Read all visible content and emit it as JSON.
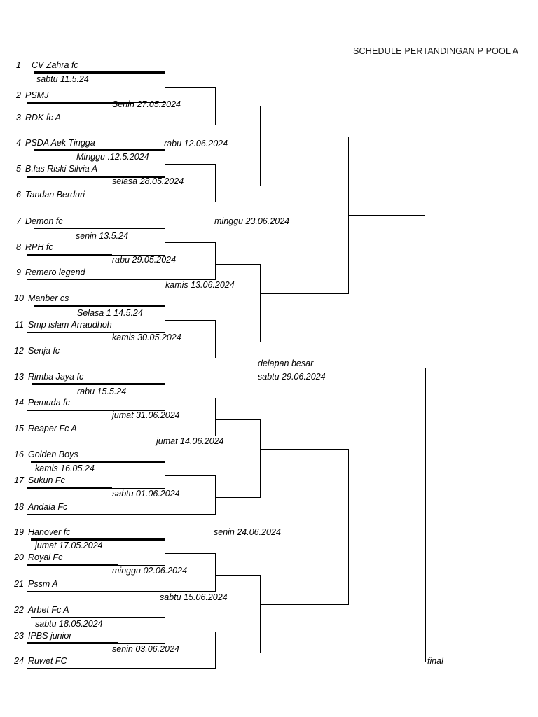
{
  "header": {
    "title": "SCHEDULE PERTANDINGAN P POOL A"
  },
  "teams": [
    {
      "seed": "1",
      "name": "CV Zahra fc"
    },
    {
      "seed": "2",
      "name": "PSMJ"
    },
    {
      "seed": "3",
      "name": "RDK fc A"
    },
    {
      "seed": "4",
      "name": "PSDA Aek Tingga"
    },
    {
      "seed": "5",
      "name": "B.las Riski   Silvia A"
    },
    {
      "seed": "6",
      "name": "Tandan Berduri"
    },
    {
      "seed": "7",
      "name": "Demon fc"
    },
    {
      "seed": "8",
      "name": "RPH fc"
    },
    {
      "seed": "9",
      "name": "Remero legend"
    },
    {
      "seed": "10",
      "name": "Manber cs"
    },
    {
      "seed": "11",
      "name": "Smp islam Arraudhoh"
    },
    {
      "seed": "12",
      "name": "Senja fc"
    },
    {
      "seed": "13",
      "name": "Rimba Jaya fc"
    },
    {
      "seed": "14",
      "name": "Pemuda fc"
    },
    {
      "seed": "15",
      "name": "Reaper Fc A"
    },
    {
      "seed": "16",
      "name": "Golden Boys"
    },
    {
      "seed": "17",
      "name": "Sukun Fc"
    },
    {
      "seed": "18",
      "name": "Andala Fc"
    },
    {
      "seed": "19",
      "name": "Hanover fc"
    },
    {
      "seed": "20",
      "name": "Royal Fc"
    },
    {
      "seed": "21",
      "name": "Pssm A"
    },
    {
      "seed": "22",
      "name": "Arbet Fc A"
    },
    {
      "seed": "23",
      "name": "IPBS junior"
    },
    {
      "seed": "24",
      "name": "Ruwet FC"
    }
  ],
  "round1": [
    {
      "date": "sabtu         11.5.24"
    },
    {
      "date": "Minggu .12.5.2024"
    },
    {
      "date": "senin 13.5.24"
    },
    {
      "date": "Selasa 1 14.5.24"
    },
    {
      "date": "rabu 15.5.24"
    },
    {
      "date": "kamis 16.05.24"
    },
    {
      "date": "jumat 17.05.2024"
    },
    {
      "date": "sabtu 18.05.2024"
    }
  ],
  "round2": [
    {
      "date": "Senin 27.05.2024"
    },
    {
      "date": "selasa 28.05.2024"
    },
    {
      "date": "rabu 29.05.2024"
    },
    {
      "date": "kamis 30.05.2024"
    },
    {
      "date": "jumat 31.06.2024"
    },
    {
      "date": "sabtu 01.06.2024"
    },
    {
      "date": "minggu 02.06.2024"
    },
    {
      "date": "senin 03.06.2024"
    }
  ],
  "round3": [
    {
      "date": "rabu 12.06.2024"
    },
    {
      "date": "kamis 13.06.2024"
    },
    {
      "date": "jumat 14.06.2024"
    },
    {
      "date": "sabtu 15.06.2024"
    }
  ],
  "round4": [
    {
      "date": "minggu 23.06.2024"
    },
    {
      "date": "senin 24.06.2024"
    }
  ],
  "quarterfinal": {
    "label": "delapan besar",
    "date": "sabtu 29.06.2024"
  },
  "final": {
    "label": "final"
  }
}
